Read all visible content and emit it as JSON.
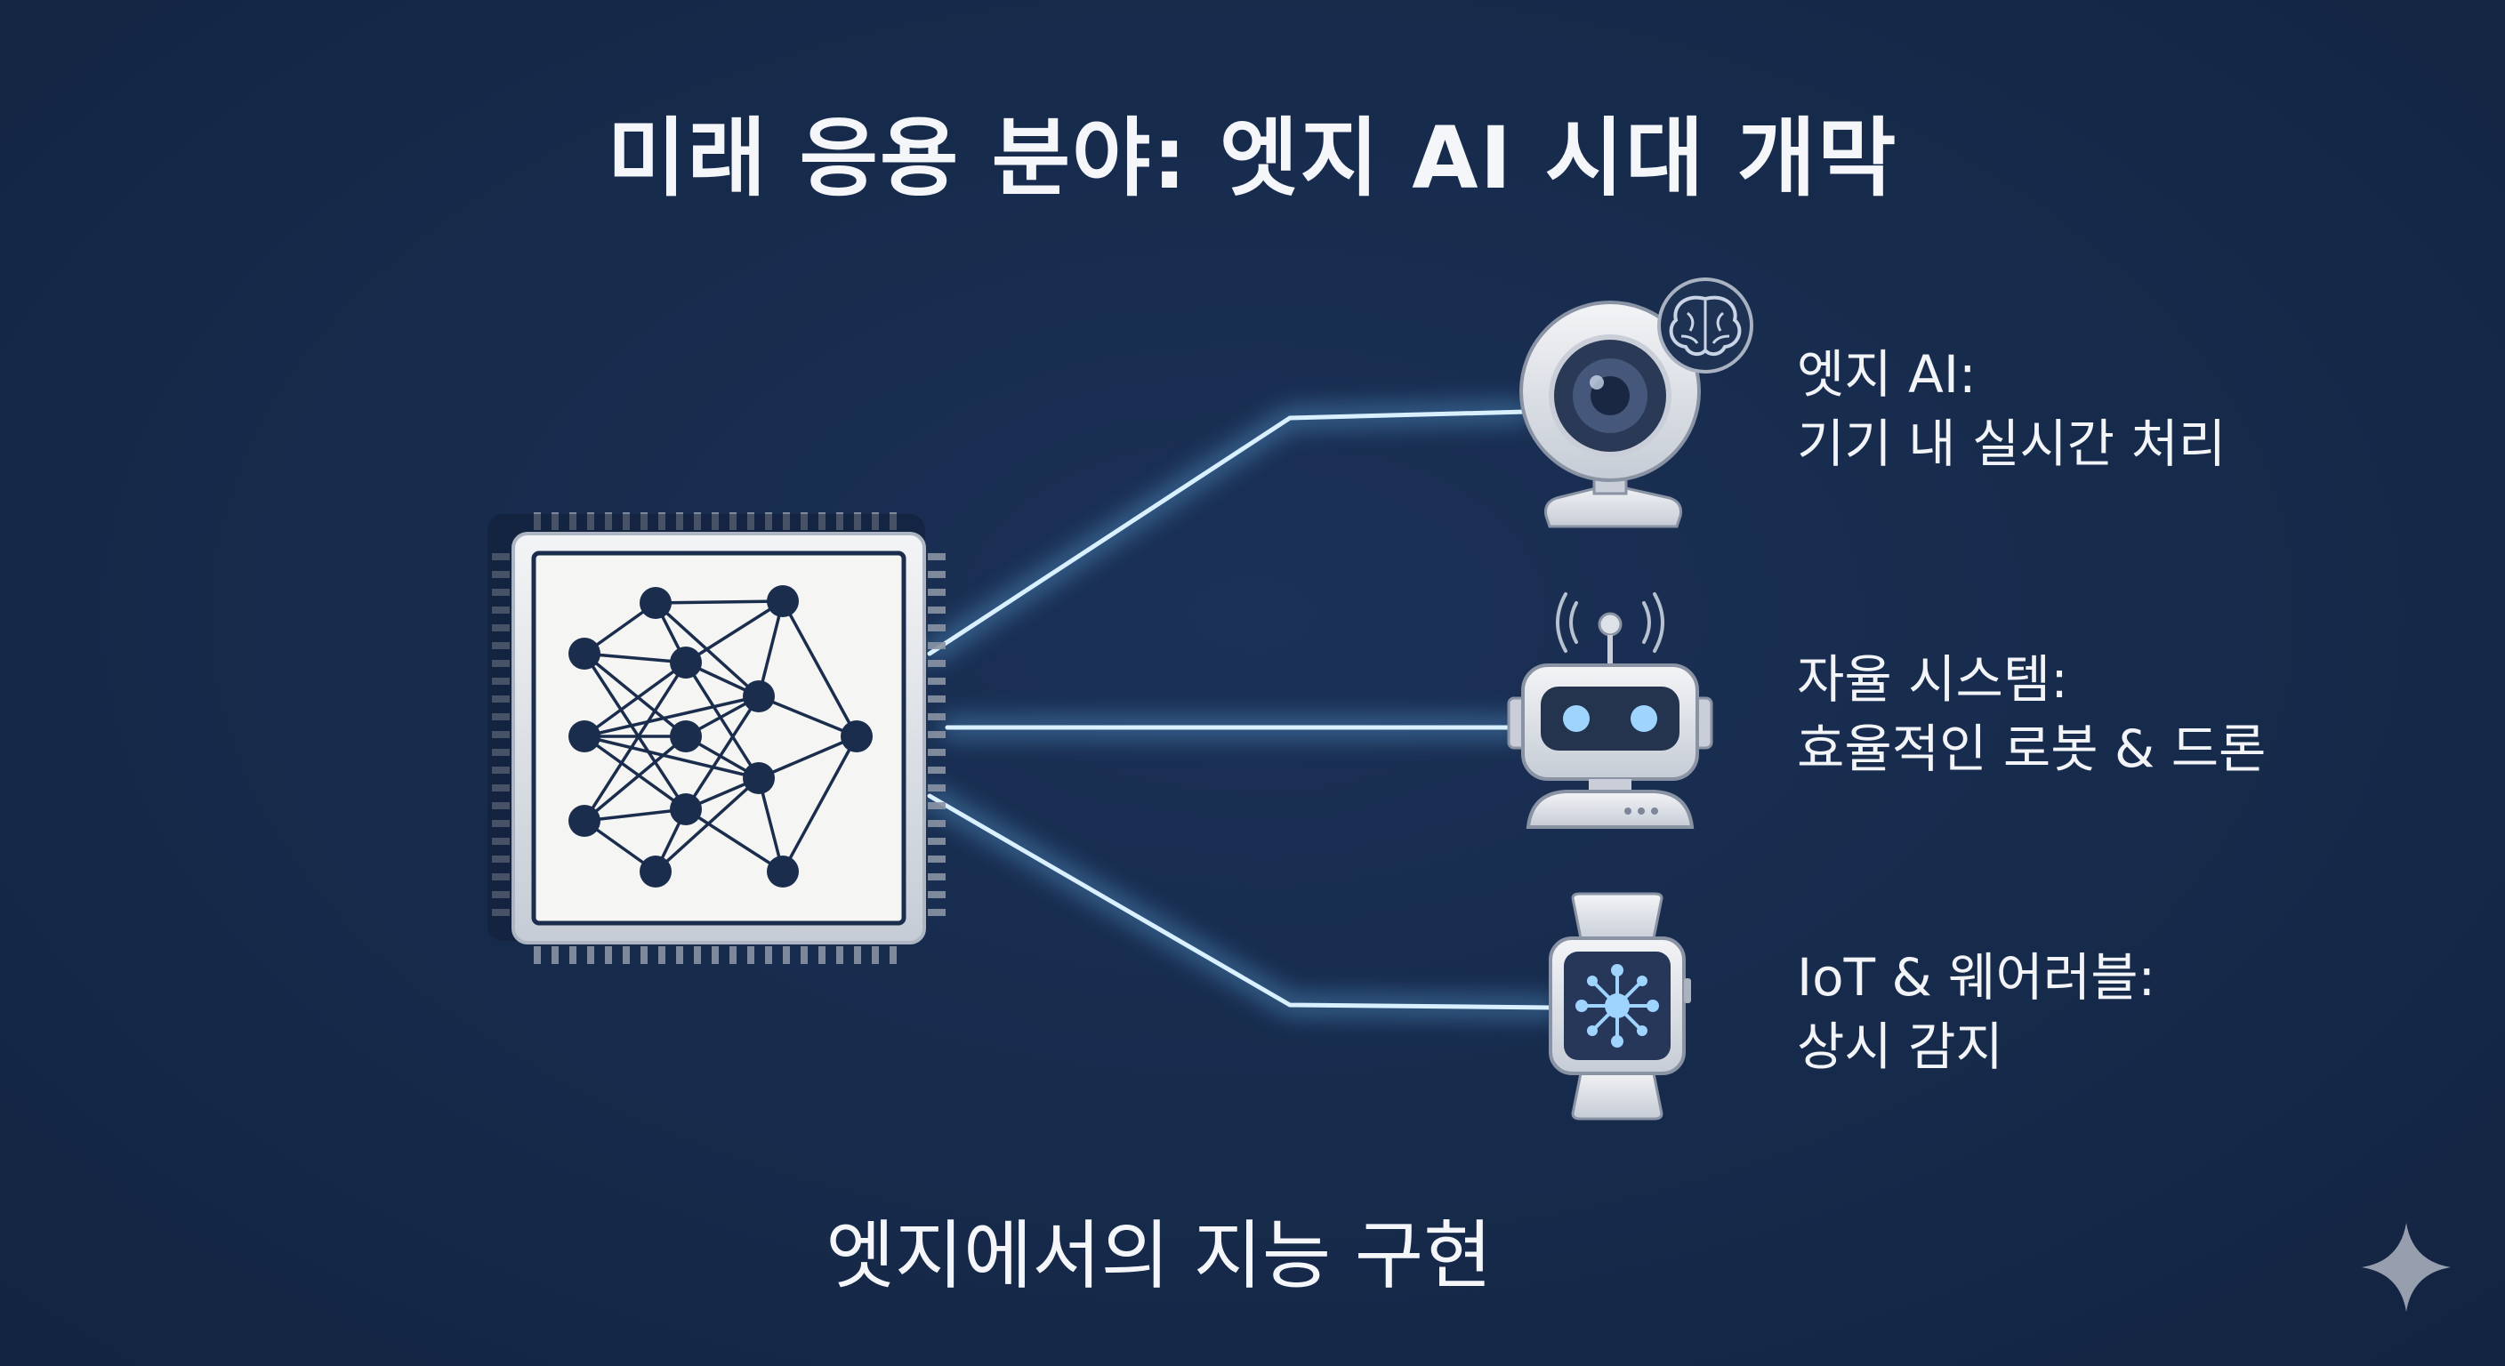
{
  "title": "미래 응용 분야: 엣지 AI 시대 개막",
  "caption": "엣지에서의 지능 구현",
  "applications": [
    {
      "heading": "엣지 AI:",
      "detail": "기기 내 실시간 처리",
      "icon": "camera-brain-icon"
    },
    {
      "heading": "자율 시스템:",
      "detail": "효율적인 로봇 & 드론",
      "icon": "robot-icon"
    },
    {
      "heading": "IoT & 웨어러블:",
      "detail": "상시 감지",
      "icon": "smartwatch-icon"
    }
  ],
  "center_icon": "neural-network-chip-icon",
  "watermark_icon": "sparkle-icon",
  "colors": {
    "background": "#16284a",
    "connector_glow": "#9fd8ff",
    "chip_face": "#f1f1ef",
    "network_node": "#1b2d4d"
  }
}
